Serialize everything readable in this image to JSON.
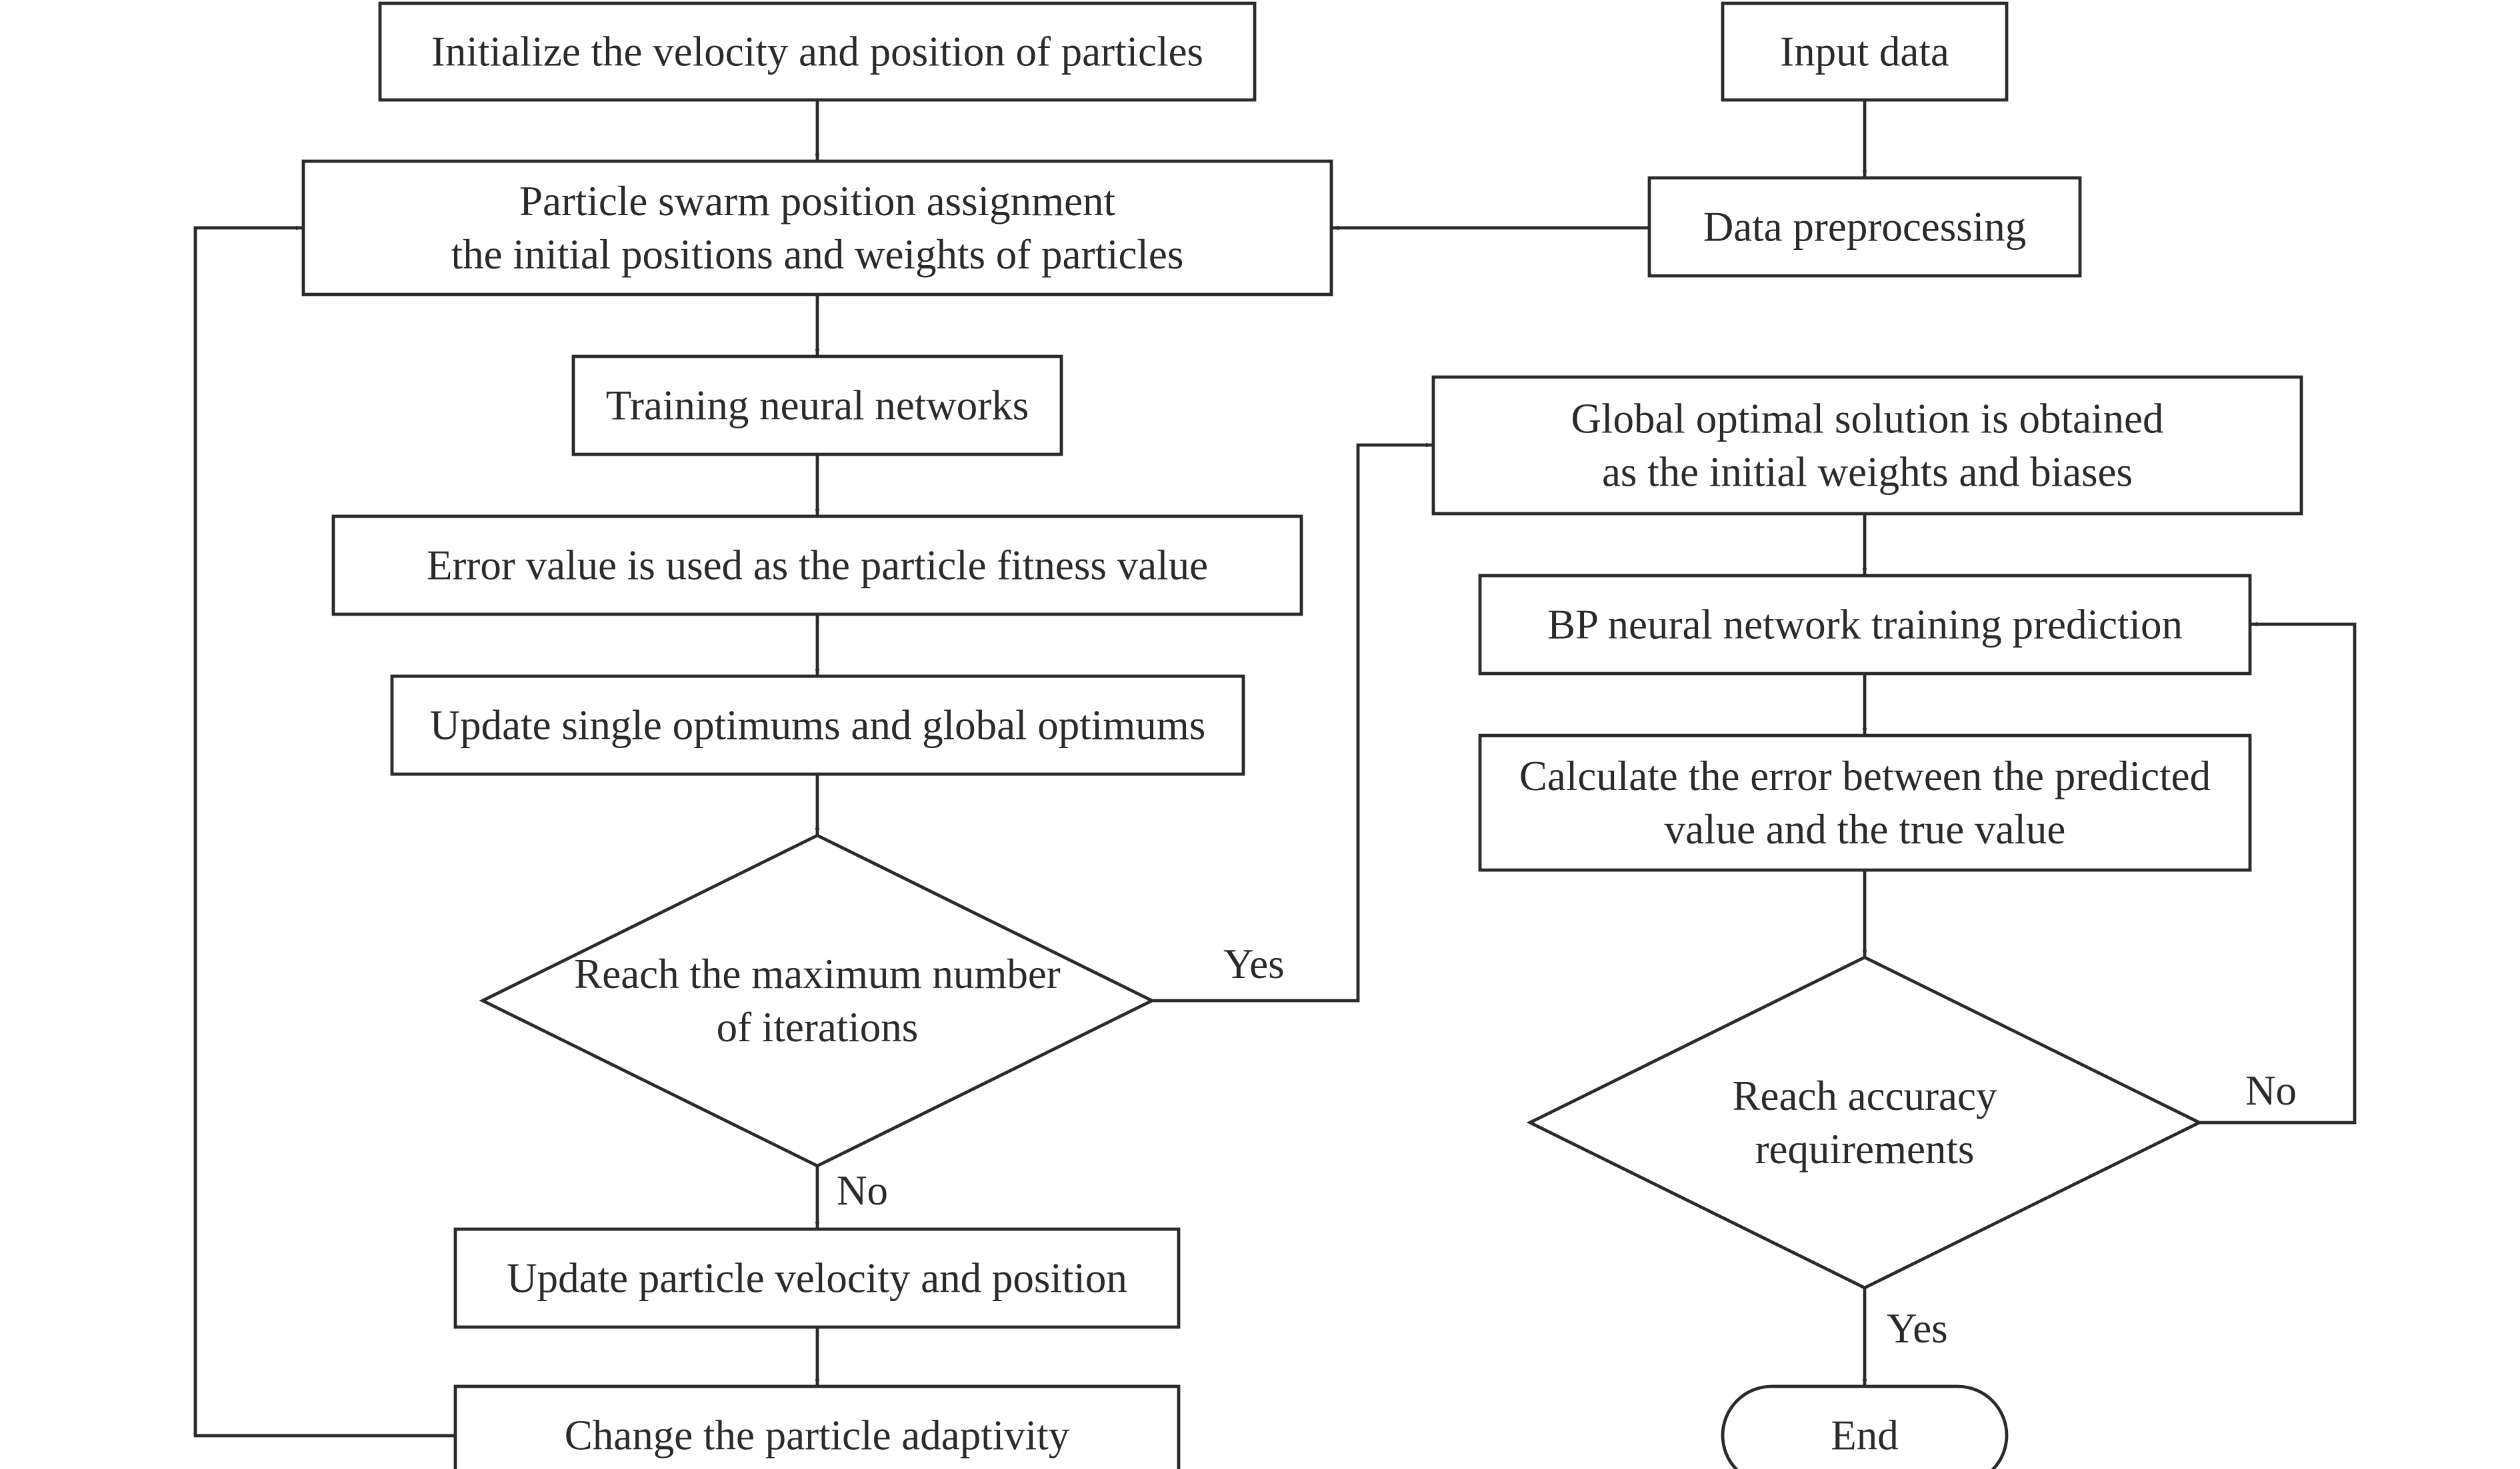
{
  "nodes": {
    "init": {
      "lines": [
        "Initialize the velocity and position of particles"
      ]
    },
    "assign": {
      "lines": [
        "Particle swarm position assignment",
        "the initial positions and weights of particles"
      ]
    },
    "train": {
      "lines": [
        "Training neural networks"
      ]
    },
    "fitness": {
      "lines": [
        "Error value is used as the particle fitness value"
      ]
    },
    "update_opt": {
      "lines": [
        "Update single optimums and global optimums"
      ]
    },
    "max_iter": {
      "lines": [
        "Reach the maximum number",
        "of iterations"
      ]
    },
    "update_vel": {
      "lines": [
        "Update particle velocity and position"
      ]
    },
    "adapt": {
      "lines": [
        "Change the particle adaptivity"
      ]
    },
    "input": {
      "lines": [
        "Input data"
      ]
    },
    "preprocess": {
      "lines": [
        "Data preprocessing"
      ]
    },
    "global_opt": {
      "lines": [
        "Global optimal solution is obtained",
        "as the initial weights and biases"
      ]
    },
    "bp_train": {
      "lines": [
        "BP neural network training prediction"
      ]
    },
    "calc_error": {
      "lines": [
        "Calculate the error between the predicted",
        "value and the true value"
      ]
    },
    "accuracy": {
      "lines": [
        "Reach accuracy",
        "requirements"
      ]
    },
    "end": {
      "lines": [
        "End"
      ]
    }
  },
  "edge_labels": {
    "max_iter_yes": "Yes",
    "max_iter_no": "No",
    "accuracy_no": "No",
    "accuracy_yes": "Yes"
  }
}
